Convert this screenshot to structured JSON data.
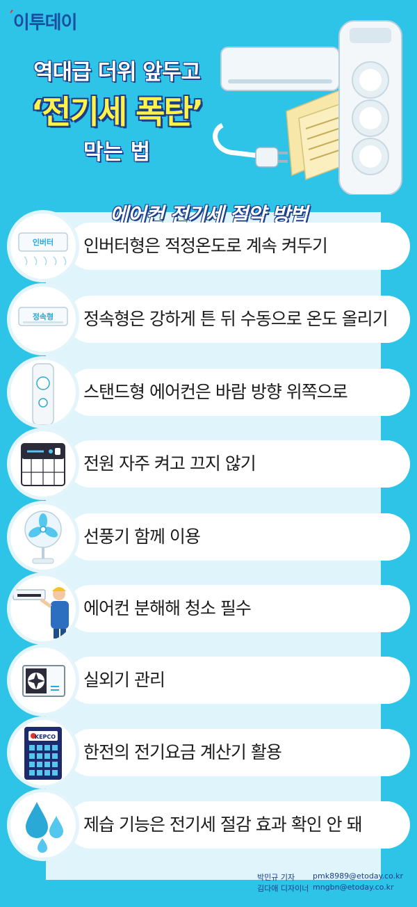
{
  "logo": "이투데이",
  "headline": {
    "line1": "역대급 더위 앞두고",
    "line2": "‘전기세 폭탄’",
    "line3": "막는 법"
  },
  "section_title": "에어컨 전기세 절약 방법",
  "tips": [
    {
      "text": "인버터형은 적정온도로 계속 켜두기",
      "icon": "inverter-ac-icon",
      "icon_label": "인버터"
    },
    {
      "text": "정속형은 강하게 튼 뒤 수동으로 온도 올리기",
      "icon": "fixed-speed-ac-icon",
      "icon_label": "정속형"
    },
    {
      "text": "스탠드형 에어컨은 바람 방향 위쪽으로",
      "icon": "stand-ac-icon"
    },
    {
      "text": "전원 자주 켜고 끄지 않기",
      "icon": "remote-control-icon"
    },
    {
      "text": "선풍기 함께 이용",
      "icon": "electric-fan-icon"
    },
    {
      "text": "에어컨 분해해 청소 필수",
      "icon": "cleaning-worker-icon"
    },
    {
      "text": "실외기 관리",
      "icon": "outdoor-unit-icon"
    },
    {
      "text": "한전의 전기요금 계산기 활용",
      "icon": "calculator-icon",
      "icon_label": "KEPCO"
    },
    {
      "text": "제습 기능은 전기세 절감 효과 확인 안 돼",
      "icon": "water-drops-icon"
    }
  ],
  "credits": [
    {
      "name": "박민규 기자",
      "email": "pmk8989@etoday.co.kr"
    },
    {
      "name": "김다애 디자이너",
      "email": "mngbn@etoday.co.kr"
    }
  ],
  "colors": {
    "background": "#2ec4e8",
    "accent_yellow": "#fff34a",
    "navy": "#1a3e8c",
    "red": "#e8302a"
  }
}
